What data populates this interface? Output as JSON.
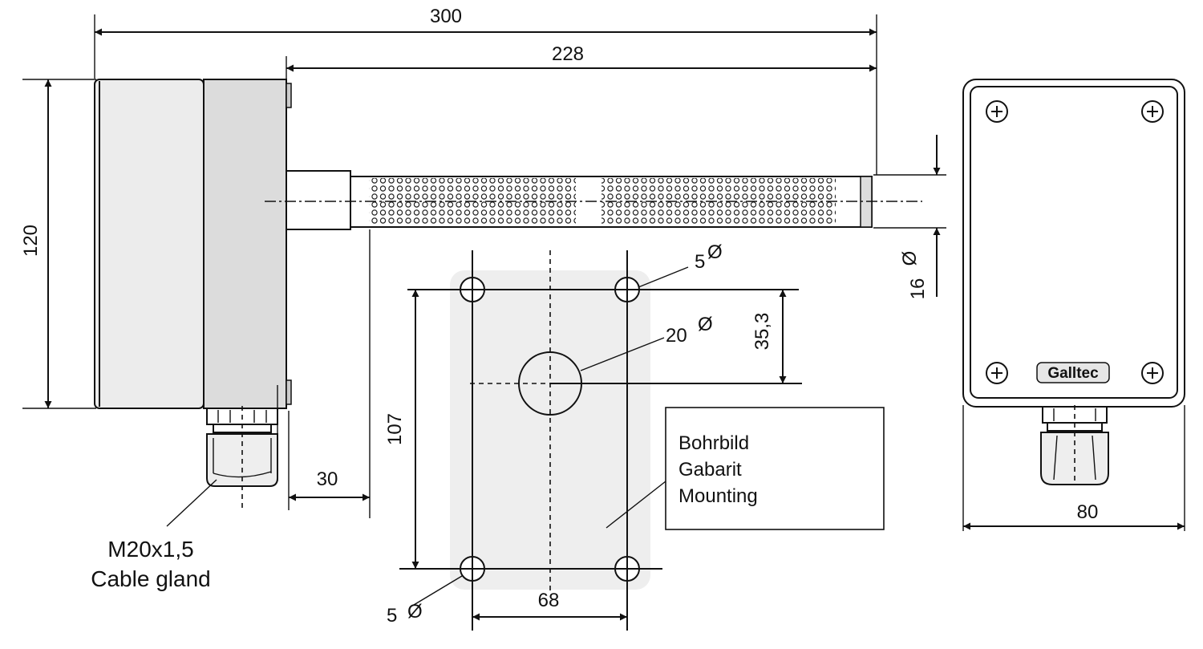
{
  "dimensions": {
    "overall_length": "300",
    "probe_length": "228",
    "housing_height": "120",
    "probe_diameter_value": "16",
    "diameter_symbol": "Ø",
    "flange_offset": "30",
    "hole_small_top": "5",
    "hole_large": "20",
    "hole_offset": "35,3",
    "hole_spacing_vertical": "107",
    "hole_spacing_horizontal": "68",
    "hole_small_bottom": "5",
    "housing_width": "80"
  },
  "labels": {
    "cable_gland_thread": "M20x1,5",
    "cable_gland_text": "Cable gland",
    "mounting_line_de": "Bohrbild",
    "mounting_line_fr": "Gabarit",
    "mounting_line_en": "Mounting",
    "brand_logo": "Galltec"
  },
  "colors": {
    "line": "#111111",
    "housing_light": "#ececec",
    "housing_dark": "#dcdcdc",
    "template_fill": "#eeeeee"
  }
}
